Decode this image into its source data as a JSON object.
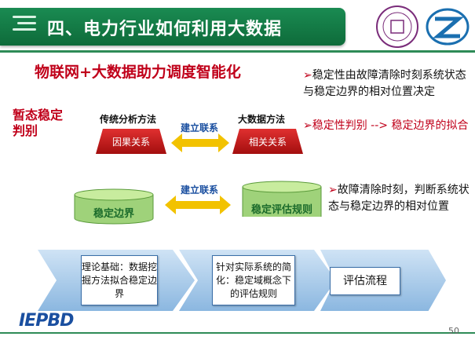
{
  "header": {
    "title": "四、电力行业如何利用大数据"
  },
  "subtitle": "物联网+大数据助力调度智能化",
  "side_label": "暂态稳定判别",
  "methods": {
    "traditional": {
      "label": "传统分析方法",
      "box": "因果关系"
    },
    "bigdata": {
      "label": "大数据方法",
      "box": "相关关系"
    },
    "link1": "建立联系",
    "link2": "建立联系"
  },
  "cylinders": {
    "left": "稳定边界",
    "right": "稳定评估规则"
  },
  "right_notes": {
    "note1": "稳定性由故障清除时刻系统状态与稳定边界的相对位置决定",
    "note2": "稳定性判别 --> 稳定边界的拟合",
    "note3": "故障清除时刻，判断系统状态与稳定边界的相对位置"
  },
  "flow": [
    {
      "text": "理论基础：数据挖掘方法拟合稳定边界"
    },
    {
      "text": "针对实际系统的简化：稳定域概念下的评估规则"
    },
    {
      "text": "评估流程"
    }
  ],
  "footer": {
    "page": "50",
    "logo": "IEPBD"
  },
  "colors": {
    "banner": "#1a8b52",
    "accent_red": "#c0001a",
    "link_blue": "#1a4fa0"
  }
}
